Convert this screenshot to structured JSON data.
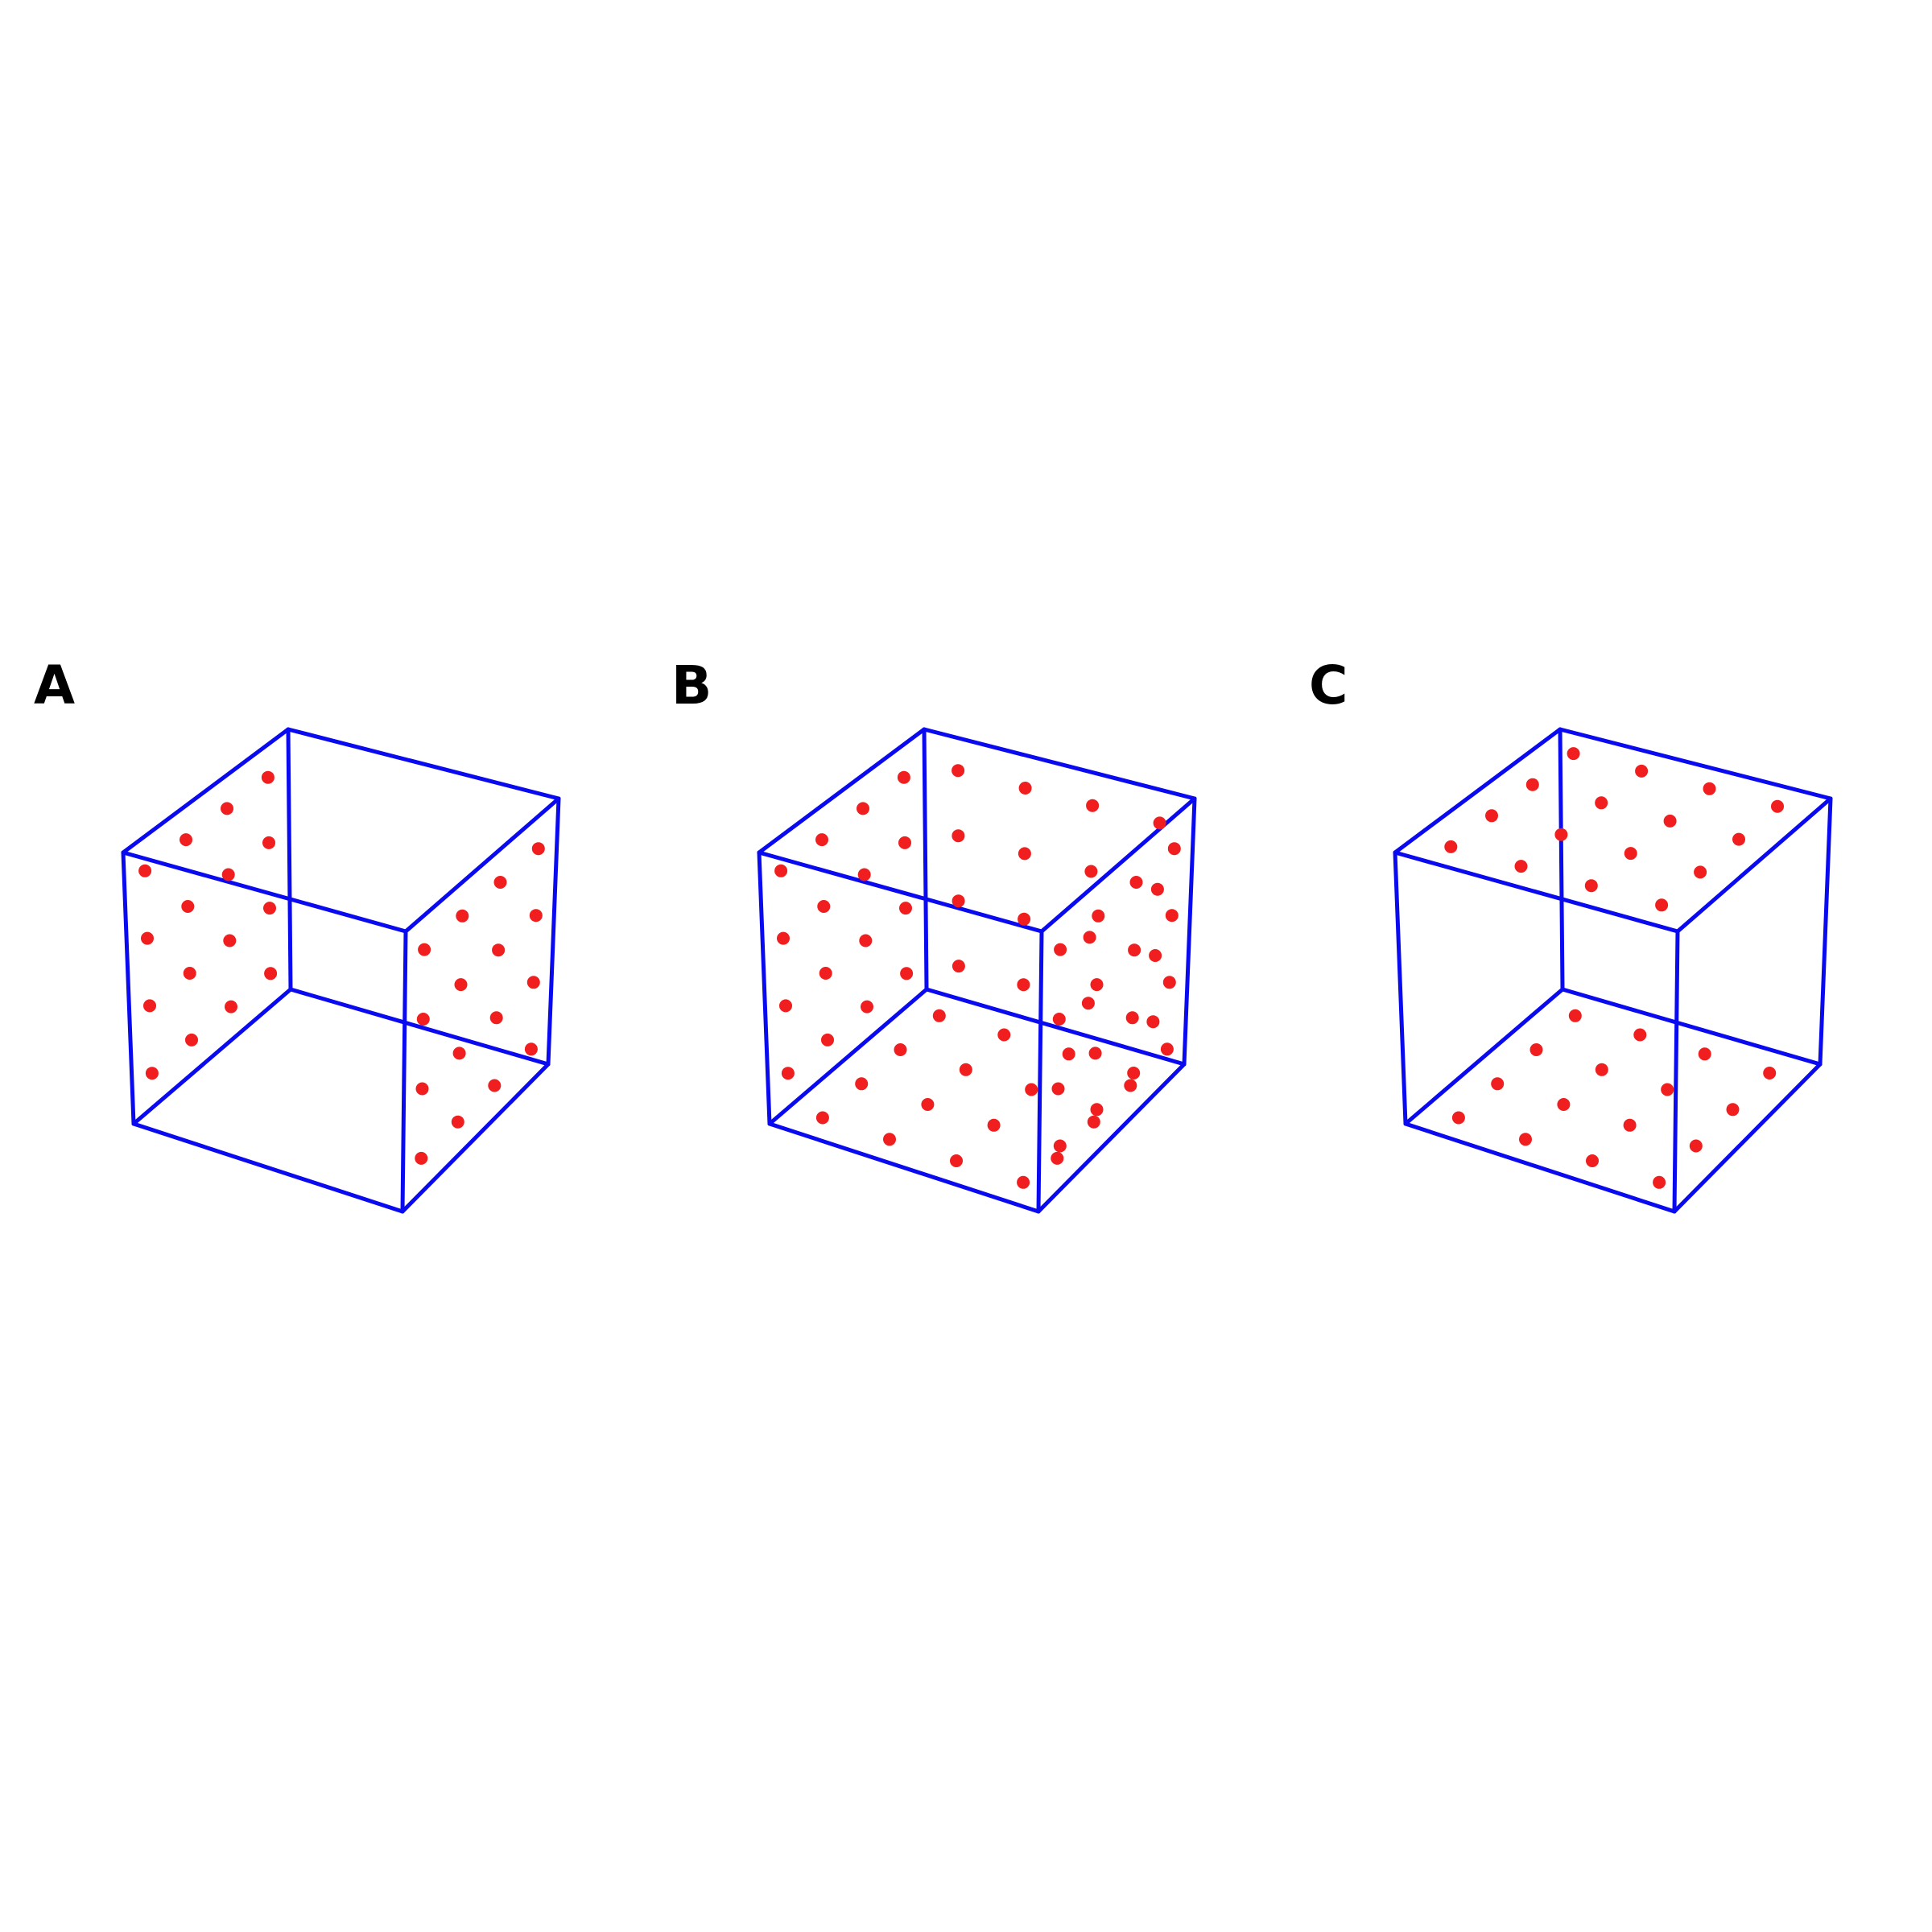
{
  "figure": {
    "edge_color": "#0a0af0",
    "dot_color": "#f01e1e",
    "background": "#ffffff"
  },
  "panels": [
    {
      "label": "A",
      "dotted_faces": [
        "left",
        "right"
      ]
    },
    {
      "label": "B",
      "dotted_faces": [
        "left",
        "back",
        "right",
        "bottom"
      ]
    },
    {
      "label": "C",
      "dotted_faces": [
        "top",
        "bottom"
      ]
    }
  ]
}
